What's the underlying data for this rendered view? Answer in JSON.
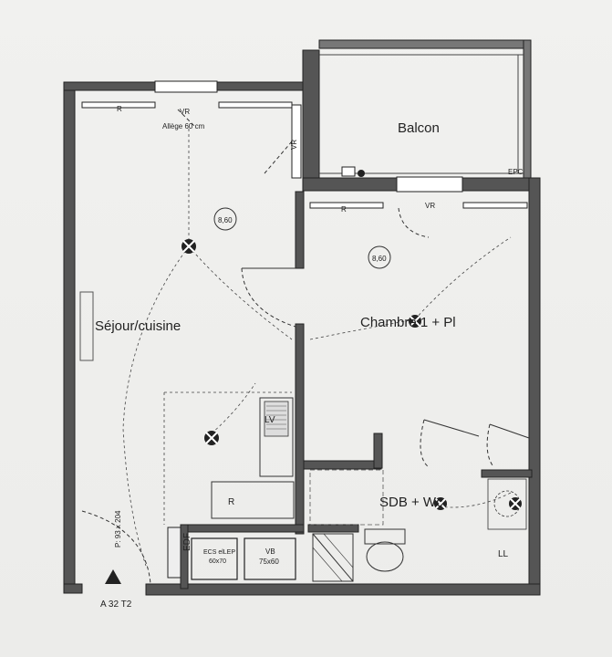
{
  "rooms": {
    "sejour": "Séjour/cuisine",
    "chambre": "Chambre 1 + Pl",
    "balcon": "Balcon",
    "sdb": "SDB + Wc"
  },
  "labels": {
    "allege": "Allège 60 cm",
    "vr_1": "VR",
    "vr_2": "VR",
    "vr_3": "VR",
    "r_1": "R",
    "r_2": "R",
    "r_3": "R",
    "height_1": "8,60",
    "height_2": "8,60",
    "epc": "EPC",
    "lv": "LV",
    "edf": "EDF",
    "ecs": "ECS elLEP",
    "ecs_size": "60x70",
    "vb": "VB",
    "vb_size": "75x60",
    "ll": "LL",
    "door": "P: 93 x 204",
    "unit": "A 32 T2"
  }
}
